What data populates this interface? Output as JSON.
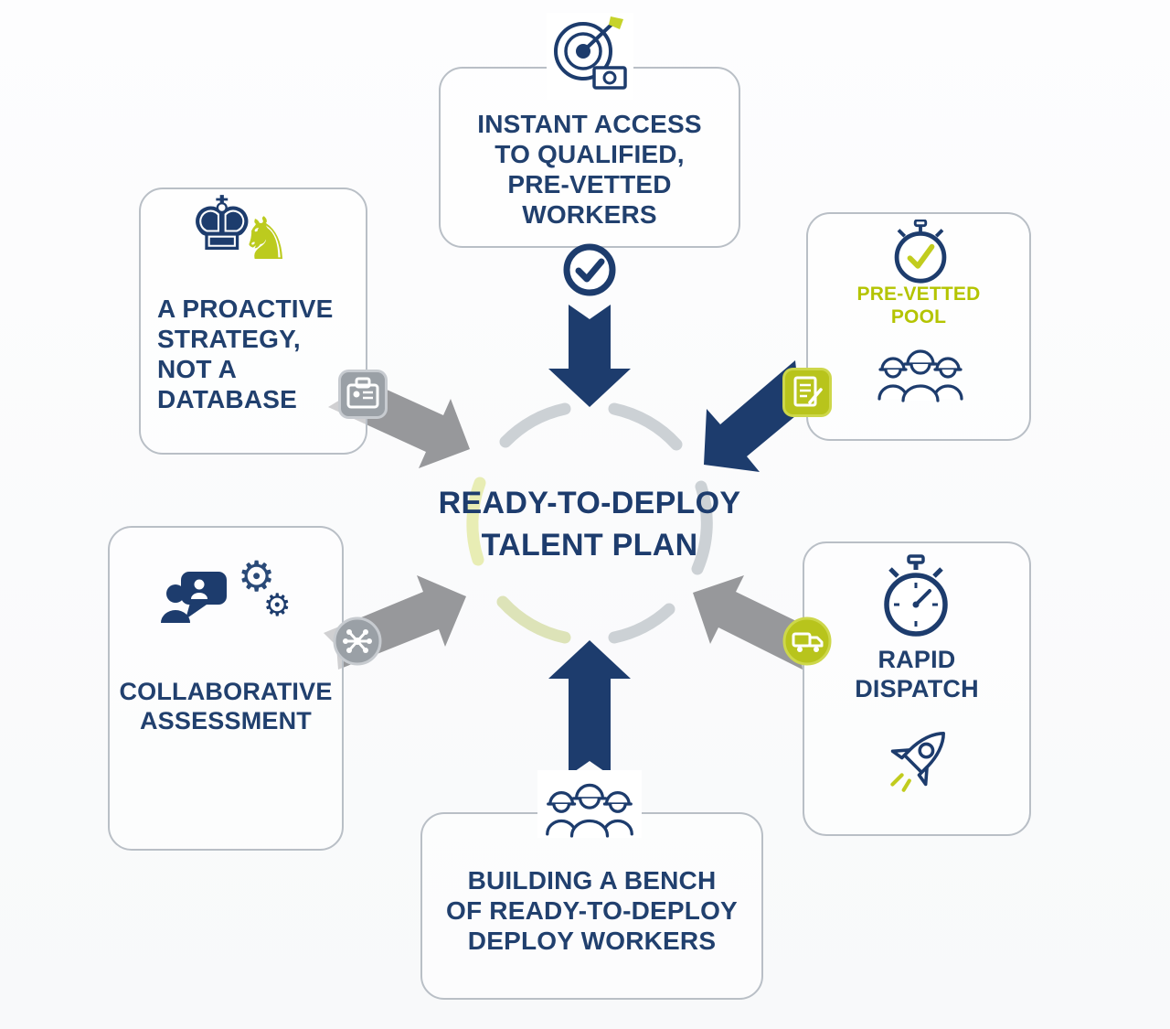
{
  "center": {
    "line1": "READY-TO-DEPLOY",
    "line2": "TALENT PLAN"
  },
  "nodes": {
    "instant_access": {
      "label": "INSTANT ACCESS\nTO QUALIFIED,\nPRE-VETTED\nWORKERS"
    },
    "pre_vetted_pool": {
      "label": "PRE-VETTED\nPOOL"
    },
    "proactive_strategy": {
      "label": "A PROACTIVE\nSTRATEGY,\nNOT A\nDATABASE"
    },
    "collaborative_assessment": {
      "label": "COLLABORATIVE\nASSESSMENT"
    },
    "rapid_dispatch": {
      "label": "RAPID\nDISPATCH"
    },
    "building_bench": {
      "label": "BUILDING A BENCH\nOF READY-TO-DEPLOY\nDEPLOY WORKERS"
    }
  },
  "icons": {
    "instant_access_top": "target-dart-icon",
    "instant_access_check": "check-circle-icon",
    "pre_vetted_pool_top": "stopwatch-check-icon",
    "pre_vetted_pool_bottom": "workers-icon",
    "proactive_strategy": "chess-strategy-icon",
    "collaborative_assessment": "discussion-gears-icon",
    "rapid_dispatch_top": "stopwatch-icon",
    "rapid_dispatch_bottom": "rocket-icon",
    "building_bench": "construction-workers-icon",
    "connector_top_right": "document-icon",
    "connector_left_upper": "id-badge-icon",
    "connector_left_lower": "network-icon",
    "connector_right_lower": "dispatch-truck-icon"
  },
  "glyphs": {
    "chess_king": "♚",
    "chess_knight": "♞",
    "gear": "⚙"
  },
  "colors": {
    "navy": "#1d3c6d",
    "green": "#b8c41c",
    "gray": "#97989b",
    "ring_gray": "#ccd1d5",
    "ring_green": "#e8edb4",
    "box_border": "#b9bfc6",
    "pool_text_green": "#b4c400"
  }
}
